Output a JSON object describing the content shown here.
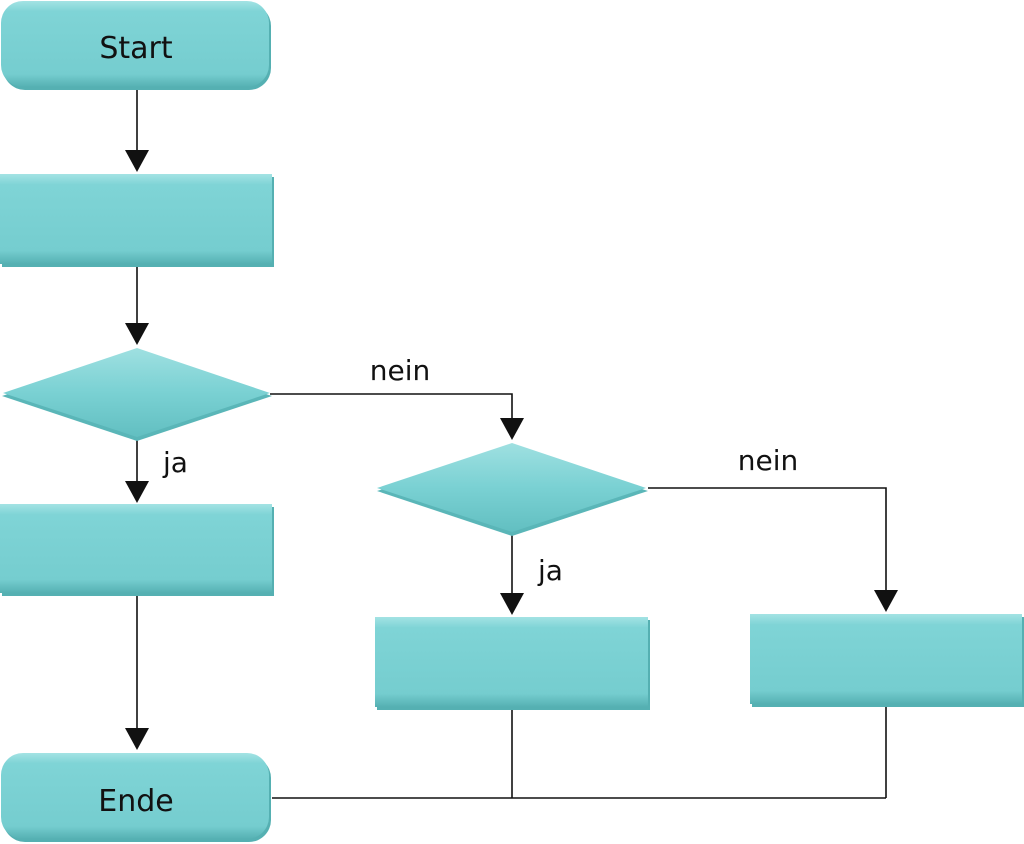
{
  "flowchart": {
    "nodes": {
      "start": {
        "kind": "terminal",
        "label": "Start"
      },
      "process_1": {
        "kind": "process",
        "label": ""
      },
      "decision_1": {
        "kind": "decision",
        "label": ""
      },
      "process_2": {
        "kind": "process",
        "label": ""
      },
      "decision_2": {
        "kind": "decision",
        "label": ""
      },
      "process_3": {
        "kind": "process",
        "label": ""
      },
      "process_4": {
        "kind": "process",
        "label": ""
      },
      "end": {
        "kind": "terminal",
        "label": "Ende"
      }
    },
    "edges": {
      "decision_1_no": {
        "from": "decision_1",
        "to": "decision_2",
        "label": "nein"
      },
      "decision_1_yes": {
        "from": "decision_1",
        "to": "process_2",
        "label": "ja"
      },
      "decision_2_no": {
        "from": "decision_2",
        "to": "process_4",
        "label": "nein"
      },
      "decision_2_yes": {
        "from": "decision_2",
        "to": "process_3",
        "label": "ja"
      }
    },
    "colors": {
      "shape_fill": "#7dd3d5",
      "shape_shadow": "#4fa7aa",
      "line": "#111111"
    }
  }
}
